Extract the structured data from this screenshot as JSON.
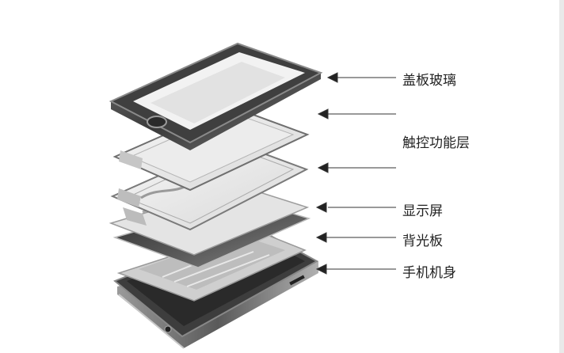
{
  "labels": {
    "cover_glass": "盖板玻璃",
    "touch_layer": "触控功能层",
    "display": "显示屏",
    "backlight": "背光板",
    "body": "手机机身"
  }
}
